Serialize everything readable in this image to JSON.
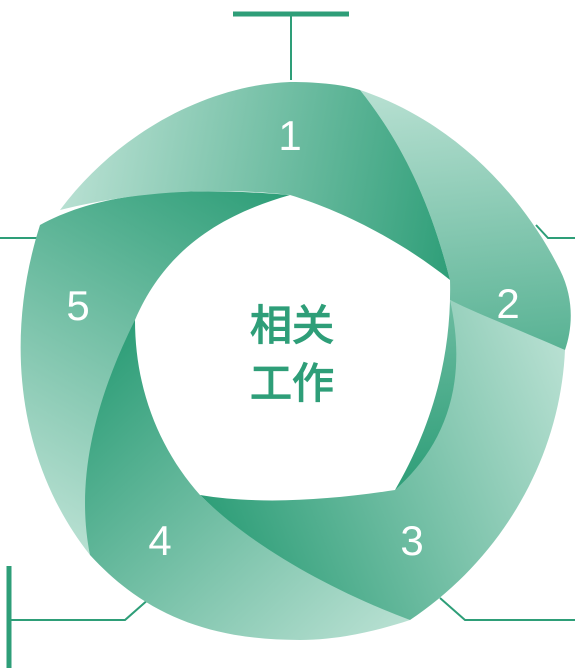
{
  "center": {
    "line1": "相关",
    "line2": "工作"
  },
  "segments": [
    {
      "label": "1"
    },
    {
      "label": "2"
    },
    {
      "label": "3"
    },
    {
      "label": "4"
    },
    {
      "label": "5"
    }
  ],
  "colors": {
    "primary": "#2e9e78",
    "light": "#b3ddd0",
    "line": "#2e9e78",
    "text_on_segment": "#ffffff"
  }
}
